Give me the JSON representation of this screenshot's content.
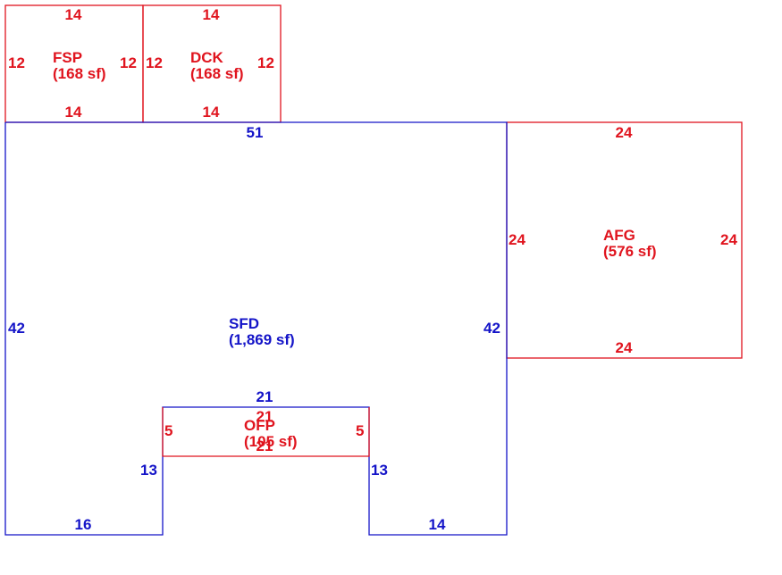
{
  "colors": {
    "main": "#1414c8",
    "addition": "#e0141e"
  },
  "areas": {
    "fsp": {
      "code": "FSP",
      "area": "(168 sf)",
      "dims": {
        "top": "14",
        "bottom": "14",
        "left": "12",
        "right": "12"
      }
    },
    "dck": {
      "code": "DCK",
      "area": "(168 sf)",
      "dims": {
        "top": "14",
        "bottom": "14",
        "left": "12",
        "right": "12"
      }
    },
    "sfd": {
      "code": "SFD",
      "area": "(1,869 sf)",
      "dims": {
        "top": "51",
        "left": "42",
        "right": "42",
        "bottom_left": "16",
        "bottom_right": "14",
        "notch_left": "13",
        "notch_right": "13",
        "notch_top": "21"
      }
    },
    "afg": {
      "code": "AFG",
      "area": "(576 sf)",
      "dims": {
        "top": "24",
        "bottom": "24",
        "left": "24",
        "right": "24"
      }
    },
    "ofp": {
      "code": "OFP",
      "area": "(105 sf)",
      "dims": {
        "top": "21",
        "bottom": "21",
        "left": "5",
        "right": "5"
      }
    }
  }
}
